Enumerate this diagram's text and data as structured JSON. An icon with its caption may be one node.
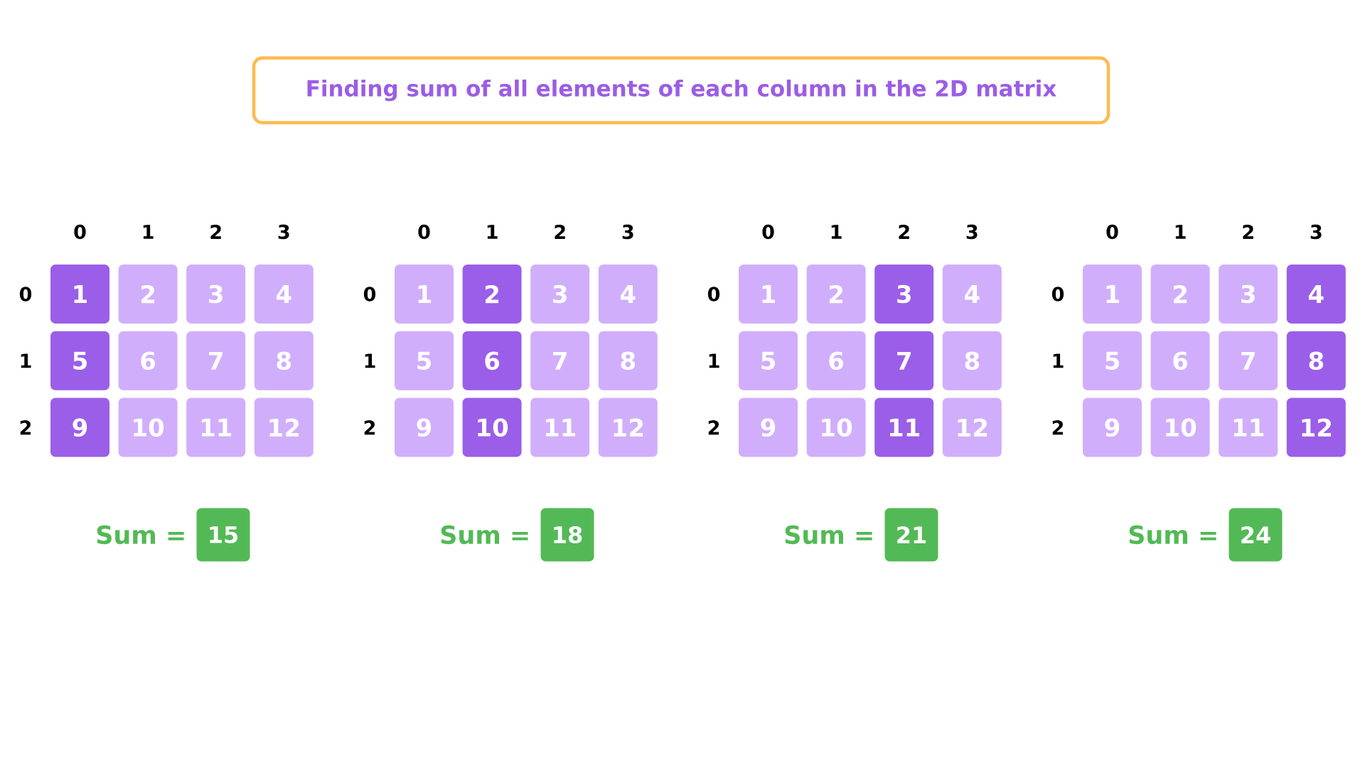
{
  "diagram": {
    "nodes": [
      {
        "text": [
          "Finding sum of all elements of each column in the 2D matrix"
        ]
      },
      {
        "text": [
          "1"
        ]
      },
      {
        "text": [
          "2"
        ]
      },
      {
        "text": [
          "3"
        ]
      },
      {
        "text": [
          "4"
        ]
      },
      {
        "text": [
          "5"
        ]
      },
      {
        "text": [
          "6"
        ]
      },
      {
        "text": [
          "7"
        ]
      },
      {
        "text": [
          "8"
        ]
      },
      {
        "text": [
          "9"
        ]
      },
      {
        "text": [
          "10"
        ]
      },
      {
        "text": [
          "11"
        ]
      },
      {
        "text": [
          "12"
        ]
      },
      {
        "text": [
          "15"
        ],
        "beside": [
          "Sum ="
        ]
      },
      {
        "text": [
          "1"
        ]
      },
      {
        "text": [
          "2"
        ]
      },
      {
        "text": [
          "3"
        ]
      },
      {
        "text": [
          "4"
        ]
      },
      {
        "text": [
          "5"
        ]
      },
      {
        "text": [
          "6"
        ]
      },
      {
        "text": [
          "7"
        ]
      },
      {
        "text": [
          "8"
        ]
      },
      {
        "text": [
          "9"
        ]
      },
      {
        "text": [
          "10"
        ]
      },
      {
        "text": [
          "11"
        ]
      },
      {
        "text": [
          "12"
        ]
      },
      {
        "text": [
          "18"
        ],
        "beside": [
          "Sum ="
        ]
      },
      {
        "text": [
          "1"
        ]
      },
      {
        "text": [
          "2"
        ]
      },
      {
        "text": [
          "3"
        ]
      },
      {
        "text": [
          "4"
        ]
      },
      {
        "text": [
          "5"
        ]
      },
      {
        "text": [
          "6"
        ]
      },
      {
        "text": [
          "7"
        ]
      },
      {
        "text": [
          "8"
        ]
      },
      {
        "text": [
          "9"
        ]
      },
      {
        "text": [
          "10"
        ]
      },
      {
        "text": [
          "11"
        ]
      },
      {
        "text": [
          "12"
        ]
      },
      {
        "text": [
          "21"
        ],
        "beside": [
          "Sum ="
        ]
      },
      {
        "text": [
          "1"
        ]
      },
      {
        "text": [
          "2"
        ]
      },
      {
        "text": [
          "3"
        ]
      },
      {
        "text": [
          "4"
        ]
      },
      {
        "text": [
          "5"
        ]
      },
      {
        "text": [
          "6"
        ]
      },
      {
        "text": [
          "7"
        ]
      },
      {
        "text": [
          "8"
        ]
      },
      {
        "text": [
          "9"
        ]
      },
      {
        "text": [
          "10"
        ]
      },
      {
        "text": [
          "11"
        ]
      },
      {
        "text": [
          "12"
        ]
      },
      {
        "text": [
          "24"
        ],
        "beside": [
          "Sum ="
        ]
      }
    ],
    "labels": [
      "0",
      "1",
      "2",
      "3",
      "0",
      "1",
      "2",
      "0",
      "1",
      "2",
      "3",
      "0",
      "1",
      "2",
      "0",
      "1",
      "2",
      "3",
      "0",
      "1",
      "2",
      "0",
      "1",
      "2",
      "3",
      "0",
      "1",
      "2"
    ]
  }
}
